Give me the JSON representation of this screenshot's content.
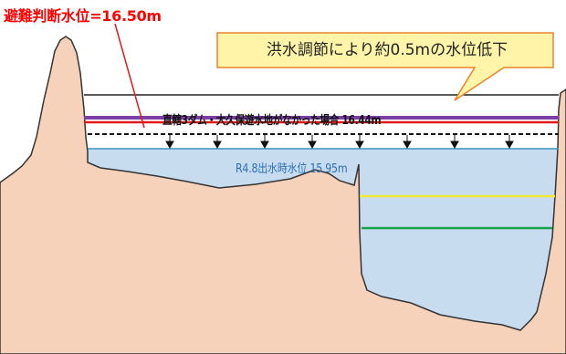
{
  "evacuation_level_label": "避難判断水位=16.50m",
  "callout": "洪水調節により約0.5mの水位低下",
  "no_dam_level_label": "直轄3ダム・大久保遊水地がなかった場合 16.44m",
  "actual_level_label": "R4.8出水時水位 15.95m",
  "colors": {
    "evac_text": "#ff0000",
    "ground_fill": "#f7d2bb",
    "ground_stroke": "#333333",
    "water_fill": "#c8dcef",
    "water_line": "#3e8fc0",
    "callout_fill": "#fff4a8",
    "callout_stroke": "#e8852b",
    "purple_line": "#7b3fa6",
    "red_line": "#e0191d",
    "yellow_line": "#f0e832",
    "green_line": "#17a34a",
    "actual_label_text": "#2a6fb5"
  }
}
